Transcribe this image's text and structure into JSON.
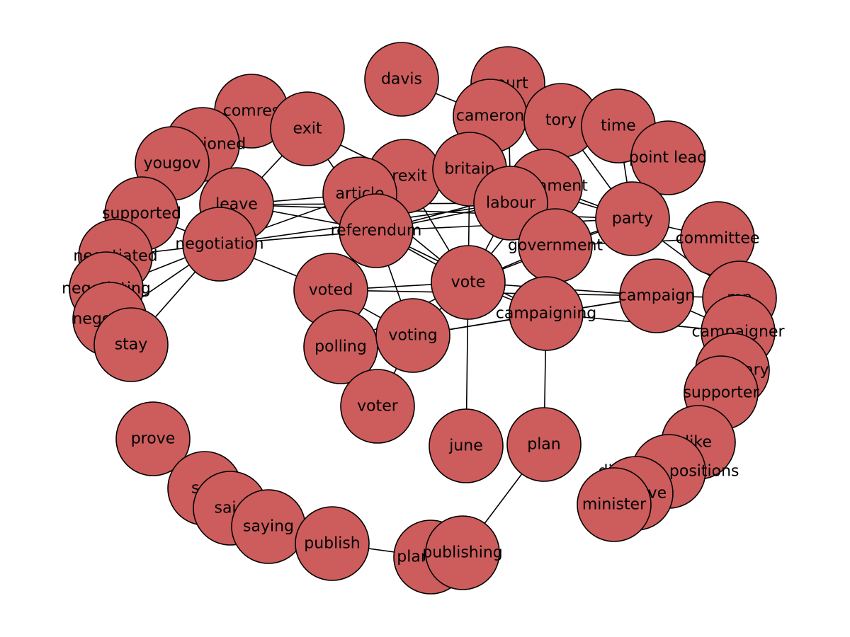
{
  "graph": {
    "node_color": "#cd5c5c",
    "stroke_color": "#000000",
    "nodes": [
      {
        "id": "davis",
        "label": "davis"
      },
      {
        "id": "court",
        "label": "court"
      },
      {
        "id": "cameron",
        "label": "cameron"
      },
      {
        "id": "tory",
        "label": "tory"
      },
      {
        "id": "time",
        "label": "time"
      },
      {
        "id": "point lead",
        "label": "point lead"
      },
      {
        "id": "comres",
        "label": "comres"
      },
      {
        "id": "exit",
        "label": "exit"
      },
      {
        "id": "questioned",
        "label": "questioned"
      },
      {
        "id": "yougov",
        "label": "yougov"
      },
      {
        "id": "brexit",
        "label": "brexit"
      },
      {
        "id": "britain",
        "label": "britain"
      },
      {
        "id": "parliament",
        "label": "parliament"
      },
      {
        "id": "labour",
        "label": "labour"
      },
      {
        "id": "article",
        "label": "article"
      },
      {
        "id": "leave",
        "label": "leave"
      },
      {
        "id": "supported",
        "label": "supported"
      },
      {
        "id": "referendum",
        "label": "referendum"
      },
      {
        "id": "party",
        "label": "party"
      },
      {
        "id": "negotiation",
        "label": "negotiation"
      },
      {
        "id": "committee",
        "label": "committee"
      },
      {
        "id": "government",
        "label": "government"
      },
      {
        "id": "negotiated",
        "label": "negotiated"
      },
      {
        "id": "negotiating",
        "label": "negotiating"
      },
      {
        "id": "negotiate",
        "label": "negotiate"
      },
      {
        "id": "stay",
        "label": "stay"
      },
      {
        "id": "voted",
        "label": "voted"
      },
      {
        "id": "vote",
        "label": "vote"
      },
      {
        "id": "campaign",
        "label": "campaign"
      },
      {
        "id": "mp",
        "label": "mp"
      },
      {
        "id": "campaigning",
        "label": "campaigning"
      },
      {
        "id": "campaigner",
        "label": "campaigner"
      },
      {
        "id": "polling",
        "label": "polling"
      },
      {
        "id": "voting",
        "label": "voting"
      },
      {
        "id": "secretary",
        "label": "secretary"
      },
      {
        "id": "supporter",
        "label": "supporter"
      },
      {
        "id": "voter",
        "label": "voter"
      },
      {
        "id": "june",
        "label": "june"
      },
      {
        "id": "plan",
        "label": "plan"
      },
      {
        "id": "prove",
        "label": "prove"
      },
      {
        "id": "like",
        "label": "like"
      },
      {
        "id": "different positions",
        "label": "different positions"
      },
      {
        "id": "positive",
        "label": "positive"
      },
      {
        "id": "minister",
        "label": "minister"
      },
      {
        "id": "say",
        "label": "say"
      },
      {
        "id": "said",
        "label": "said"
      },
      {
        "id": "saying",
        "label": "saying"
      },
      {
        "id": "publish",
        "label": "publish"
      },
      {
        "id": "planning",
        "label": "planning"
      },
      {
        "id": "publishing",
        "label": "publishing"
      }
    ],
    "edges": [
      [
        "davis",
        "cameron"
      ],
      [
        "cameron",
        "tory"
      ],
      [
        "cameron",
        "britain"
      ],
      [
        "cameron",
        "labour"
      ],
      [
        "court",
        "labour"
      ],
      [
        "tory",
        "party"
      ],
      [
        "tory",
        "parliament"
      ],
      [
        "time",
        "point lead"
      ],
      [
        "time",
        "party"
      ],
      [
        "comres",
        "questioned"
      ],
      [
        "exit",
        "leave"
      ],
      [
        "exit",
        "brexit"
      ],
      [
        "exit",
        "referendum"
      ],
      [
        "brexit",
        "vote"
      ],
      [
        "brexit",
        "referendum"
      ],
      [
        "britain",
        "vote"
      ],
      [
        "britain",
        "party"
      ],
      [
        "britain",
        "government"
      ],
      [
        "article",
        "leave"
      ],
      [
        "article",
        "negotiation"
      ],
      [
        "article",
        "vote"
      ],
      [
        "leave",
        "referendum"
      ],
      [
        "leave",
        "negotiation"
      ],
      [
        "leave",
        "labour"
      ],
      [
        "leave",
        "party"
      ],
      [
        "negotiation",
        "referendum"
      ],
      [
        "negotiation",
        "labour"
      ],
      [
        "negotiation",
        "voted"
      ],
      [
        "negotiation",
        "supported"
      ],
      [
        "negotiation",
        "negotiated"
      ],
      [
        "negotiation",
        "negotiating"
      ],
      [
        "negotiation",
        "negotiate"
      ],
      [
        "negotiation",
        "stay"
      ],
      [
        "referendum",
        "vote"
      ],
      [
        "referendum",
        "voted"
      ],
      [
        "referendum",
        "voting"
      ],
      [
        "referendum",
        "campaigning"
      ],
      [
        "referendum",
        "labour"
      ],
      [
        "referendum",
        "party"
      ],
      [
        "referendum",
        "parliament"
      ],
      [
        "party",
        "government"
      ],
      [
        "party",
        "committee"
      ],
      [
        "party",
        "mp"
      ],
      [
        "party",
        "vote"
      ],
      [
        "party",
        "parliament"
      ],
      [
        "labour",
        "vote"
      ],
      [
        "labour",
        "government"
      ],
      [
        "government",
        "vote"
      ],
      [
        "government",
        "committee"
      ],
      [
        "voted",
        "vote"
      ],
      [
        "voted",
        "voting"
      ],
      [
        "voted",
        "campaign"
      ],
      [
        "vote",
        "campaigning"
      ],
      [
        "vote",
        "voting"
      ],
      [
        "vote",
        "polling"
      ],
      [
        "vote",
        "june"
      ],
      [
        "vote",
        "campaign"
      ],
      [
        "vote",
        "parliament"
      ],
      [
        "voting",
        "campaigning"
      ],
      [
        "voting",
        "voter"
      ],
      [
        "voting",
        "campaign"
      ],
      [
        "polling",
        "voted"
      ],
      [
        "campaigning",
        "campaign"
      ],
      [
        "campaigning",
        "campaigner"
      ],
      [
        "campaigning",
        "plan"
      ],
      [
        "campaign",
        "campaigner"
      ],
      [
        "campaign",
        "mp"
      ],
      [
        "plan",
        "publishing"
      ],
      [
        "publish",
        "planning"
      ],
      [
        "say",
        "said"
      ],
      [
        "said",
        "saying"
      ],
      [
        "supporter",
        "secretary"
      ],
      [
        "like",
        "positive"
      ],
      [
        "positive",
        "minister"
      ],
      [
        "different positions",
        "positive"
      ]
    ]
  }
}
